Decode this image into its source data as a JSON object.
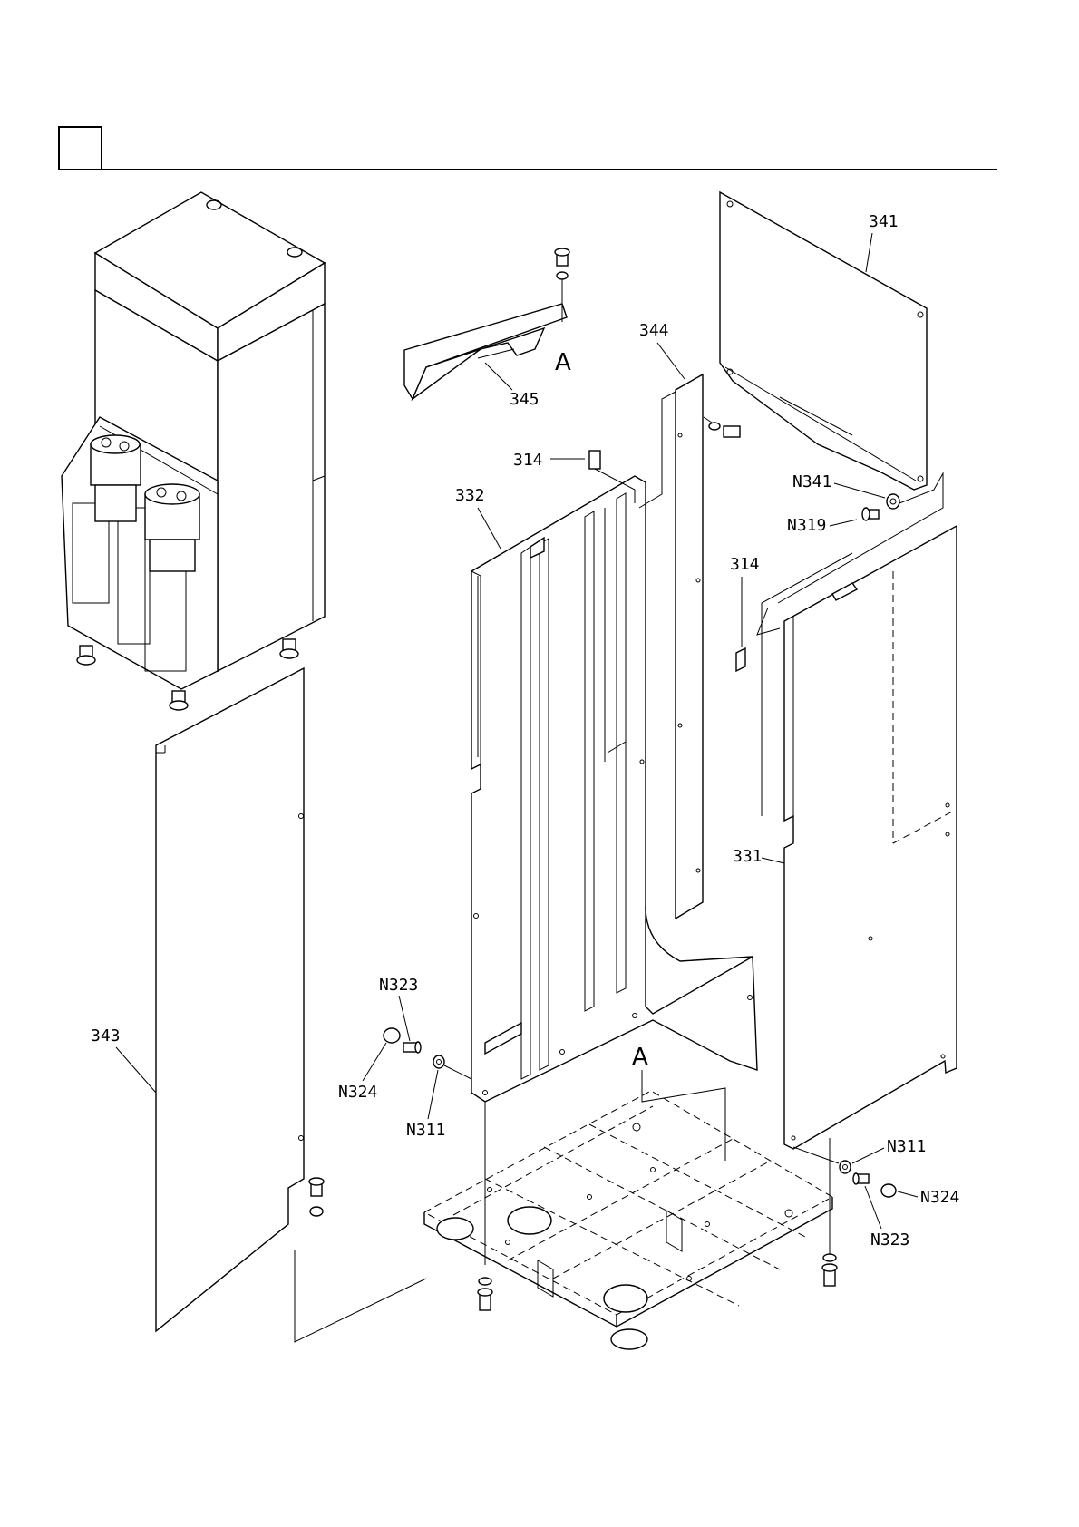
{
  "header": {
    "box_text": ""
  },
  "labels": {
    "p341": "341",
    "p344": "344",
    "p345": "345",
    "pA_top": "A",
    "p314_a": "314",
    "p332": "332",
    "pN341": "N341",
    "pN319": "N319",
    "p314_b": "314",
    "p331": "331",
    "p343": "343",
    "pN323_l": "N323",
    "pN324_l": "N324",
    "pN311_l": "N311",
    "pA_base": "A",
    "pN311_r": "N311",
    "pN324_r": "N324",
    "pN323_r": "N323"
  }
}
